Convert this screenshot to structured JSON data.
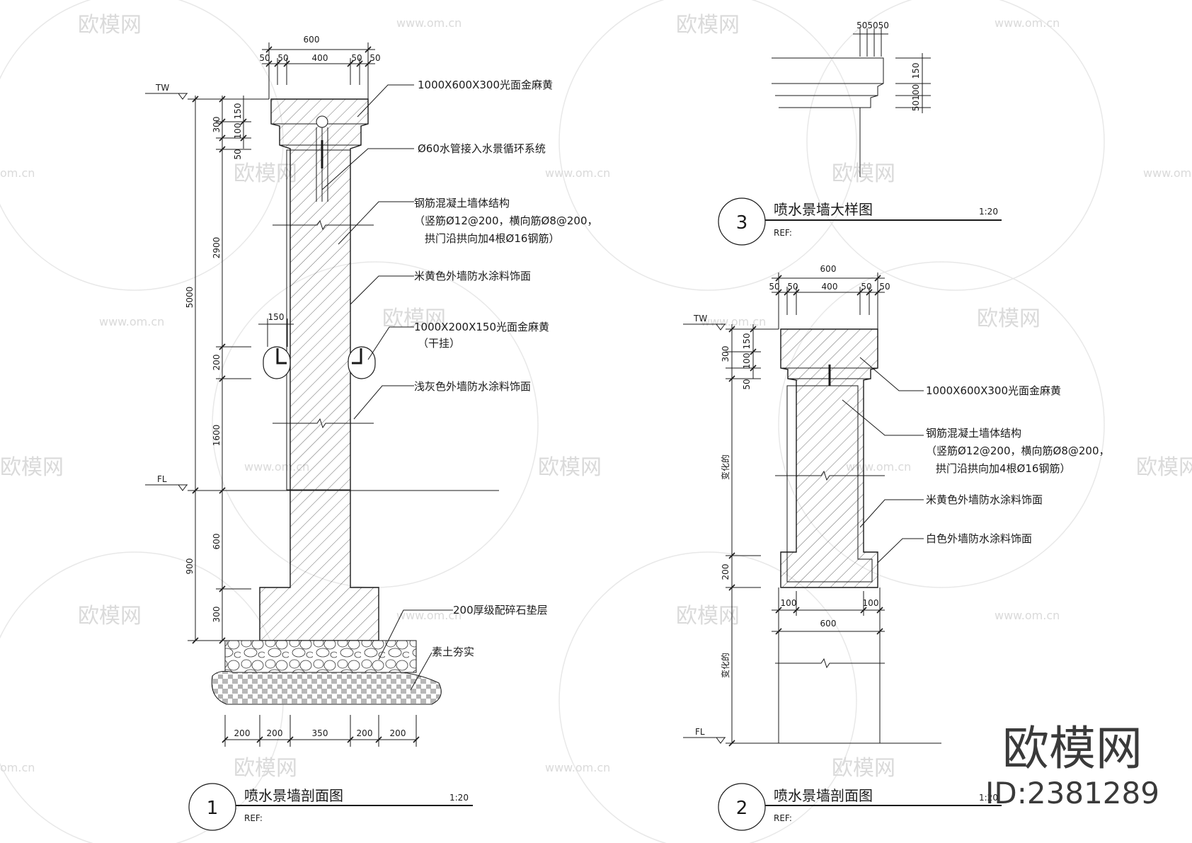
{
  "watermark": {
    "logo": "欧模网",
    "url": "www.om.cn",
    "url_short": "om.cn",
    "fragment": "欧模网"
  },
  "brand": {
    "name": "欧模网",
    "id": "ID:2381289"
  },
  "view1": {
    "number": "1",
    "title": "喷水景墙剖面图",
    "scale": "1:20",
    "ref": "REF:",
    "top_dims": {
      "total": "600",
      "a": "50",
      "b": "50",
      "mid": "400",
      "c": "50",
      "d": "50"
    },
    "left_dims": {
      "d300": "300",
      "d150": "150",
      "d100": "100",
      "d50": "50",
      "d2900": "2900",
      "d5000": "5000",
      "d200": "200",
      "d1600": "1600",
      "d600": "600",
      "d900": "900",
      "d300b": "300"
    },
    "detail_dim": "150",
    "bottom_dims": [
      "200",
      "200",
      "350",
      "200",
      "200"
    ],
    "levels": {
      "tw": "TW",
      "fl": "FL"
    },
    "notes": {
      "cap": "1000X600X300光面金麻黄",
      "pipe": "Ø60水管接入水景循环系统",
      "struct1": "钢筋混凝土墙体结构",
      "struct2": "（竖筋Ø12@200，横向筋Ø8@200，",
      "struct3": "拱门沿拱向加4根Ø16钢筋）",
      "paint_yellow": "米黄色外墙防水涂料饰面",
      "band1": "1000X200X150光面金麻黄",
      "band2": "（干挂）",
      "paint_grey": "浅灰色外墙防水涂料饰面",
      "gravel": "200厚级配碎石垫层",
      "soil": "素土夯实"
    }
  },
  "view2": {
    "number": "2",
    "title": "喷水景墙剖面图",
    "scale": "1:20",
    "ref": "REF:",
    "top_dims": {
      "total": "600",
      "a": "50",
      "b": "50",
      "mid": "400",
      "c": "50",
      "d": "50"
    },
    "left_dims": {
      "d300": "300",
      "d150": "150",
      "d100": "100",
      "d50": "50",
      "var1": "变化的",
      "d200": "200",
      "var2": "变化的"
    },
    "bottom_dims": {
      "left": "100",
      "right": "100",
      "total": "600"
    },
    "levels": {
      "tw": "TW",
      "fl": "FL"
    },
    "notes": {
      "cap": "1000X600X300光面金麻黄",
      "struct1": "钢筋混凝土墙体结构",
      "struct2": "（竖筋Ø12@200，横向筋Ø8@200，",
      "struct3": "拱门沿拱向加4根Ø16钢筋）",
      "paint_yellow": "米黄色外墙防水涂料饰面",
      "paint_white": "白色外墙防水涂料饰面"
    }
  },
  "view3": {
    "number": "3",
    "title": "喷水景墙大样图",
    "scale": "1:20",
    "ref": "REF:",
    "top_dims": "505050",
    "right_dims": {
      "d150": "150",
      "d50100": "50100"
    }
  }
}
